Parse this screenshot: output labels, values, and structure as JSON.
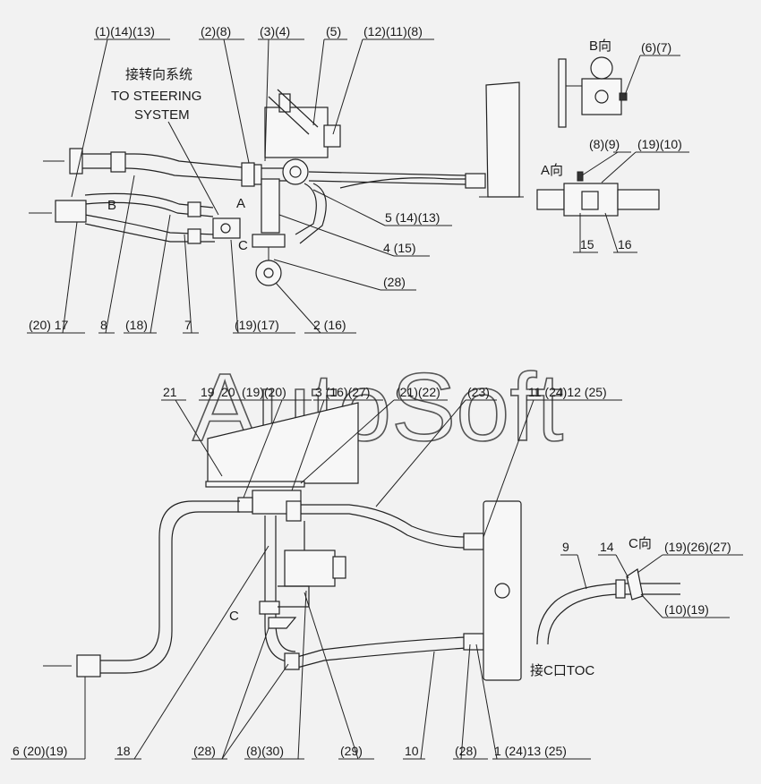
{
  "watermark": "AutoSoft",
  "notes": {
    "steering_cn": "接转向系统",
    "steering_en_1": "TO STEERING",
    "steering_en_2": "SYSTEM",
    "view_b": "B向",
    "view_a": "A向",
    "view_c": "C向",
    "arrow_a": "A",
    "arrow_b": "B",
    "arrow_c_top": "C",
    "arrow_c_bottom": "C",
    "to_c_port": "接C口TOC"
  },
  "callouts": {
    "t1": "(1)(14)(13)",
    "t2": "(2)(8)",
    "t3": "(3)(4)",
    "t4": "(5)",
    "t5": "(12)(11)(8)",
    "t6": "(6)(7)",
    "t7": "(8)(9)",
    "t8": "(19)(10)",
    "t9": "5 (14)(13)",
    "t10": "4 (15)",
    "t11": "15",
    "t12": "16",
    "t13": "(28)",
    "t14": "(20) 17",
    "t15": "8",
    "t16": "(18)",
    "t17": "7",
    "t18": "(19)(17)",
    "t19": "2 (16)",
    "m1": "21",
    "m2": "19",
    "m3": "20",
    "m4": "(19)(20)",
    "m5": "3 (16)(27)",
    "m6": "(21)(22)",
    "m7": "(23)",
    "m8": "11 (24)12 (25)",
    "m9": "9",
    "m10": "14",
    "m11": "(19)(26)(27)",
    "m12": "(10)(19)",
    "b1": "6 (20)(19)",
    "b2": "18",
    "b3": "(28)",
    "b4": "(8)(30)",
    "b5": "(29)",
    "b6": "10",
    "b7": "(28)",
    "b8": "1 (24)13 (25)"
  }
}
